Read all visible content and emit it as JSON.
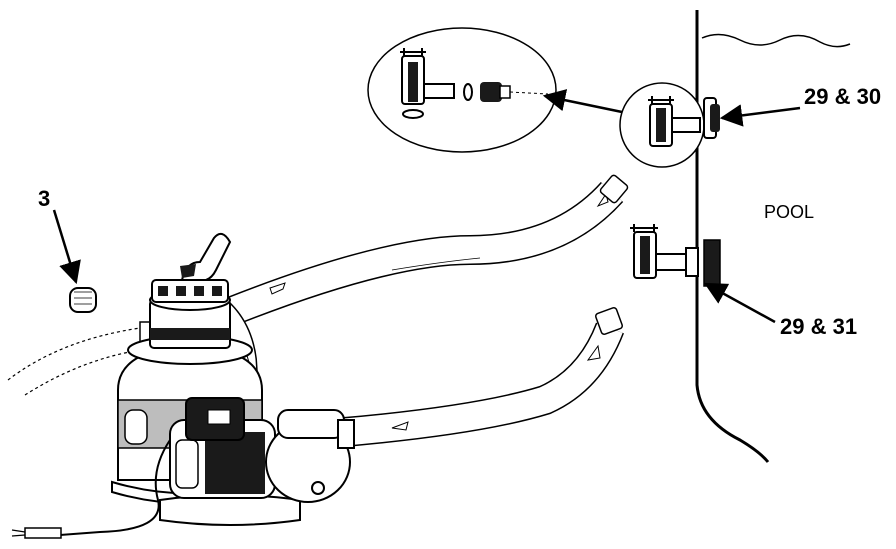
{
  "labels": {
    "part_3": "3",
    "inlet_fitting": "29 & 30",
    "outlet_fitting": "29 & 31",
    "pool": "POOL"
  },
  "colors": {
    "line": "#000000",
    "fill_light": "#ffffff",
    "fill_dark": "#1a1a1a",
    "fill_mid": "#bdbdbd"
  }
}
